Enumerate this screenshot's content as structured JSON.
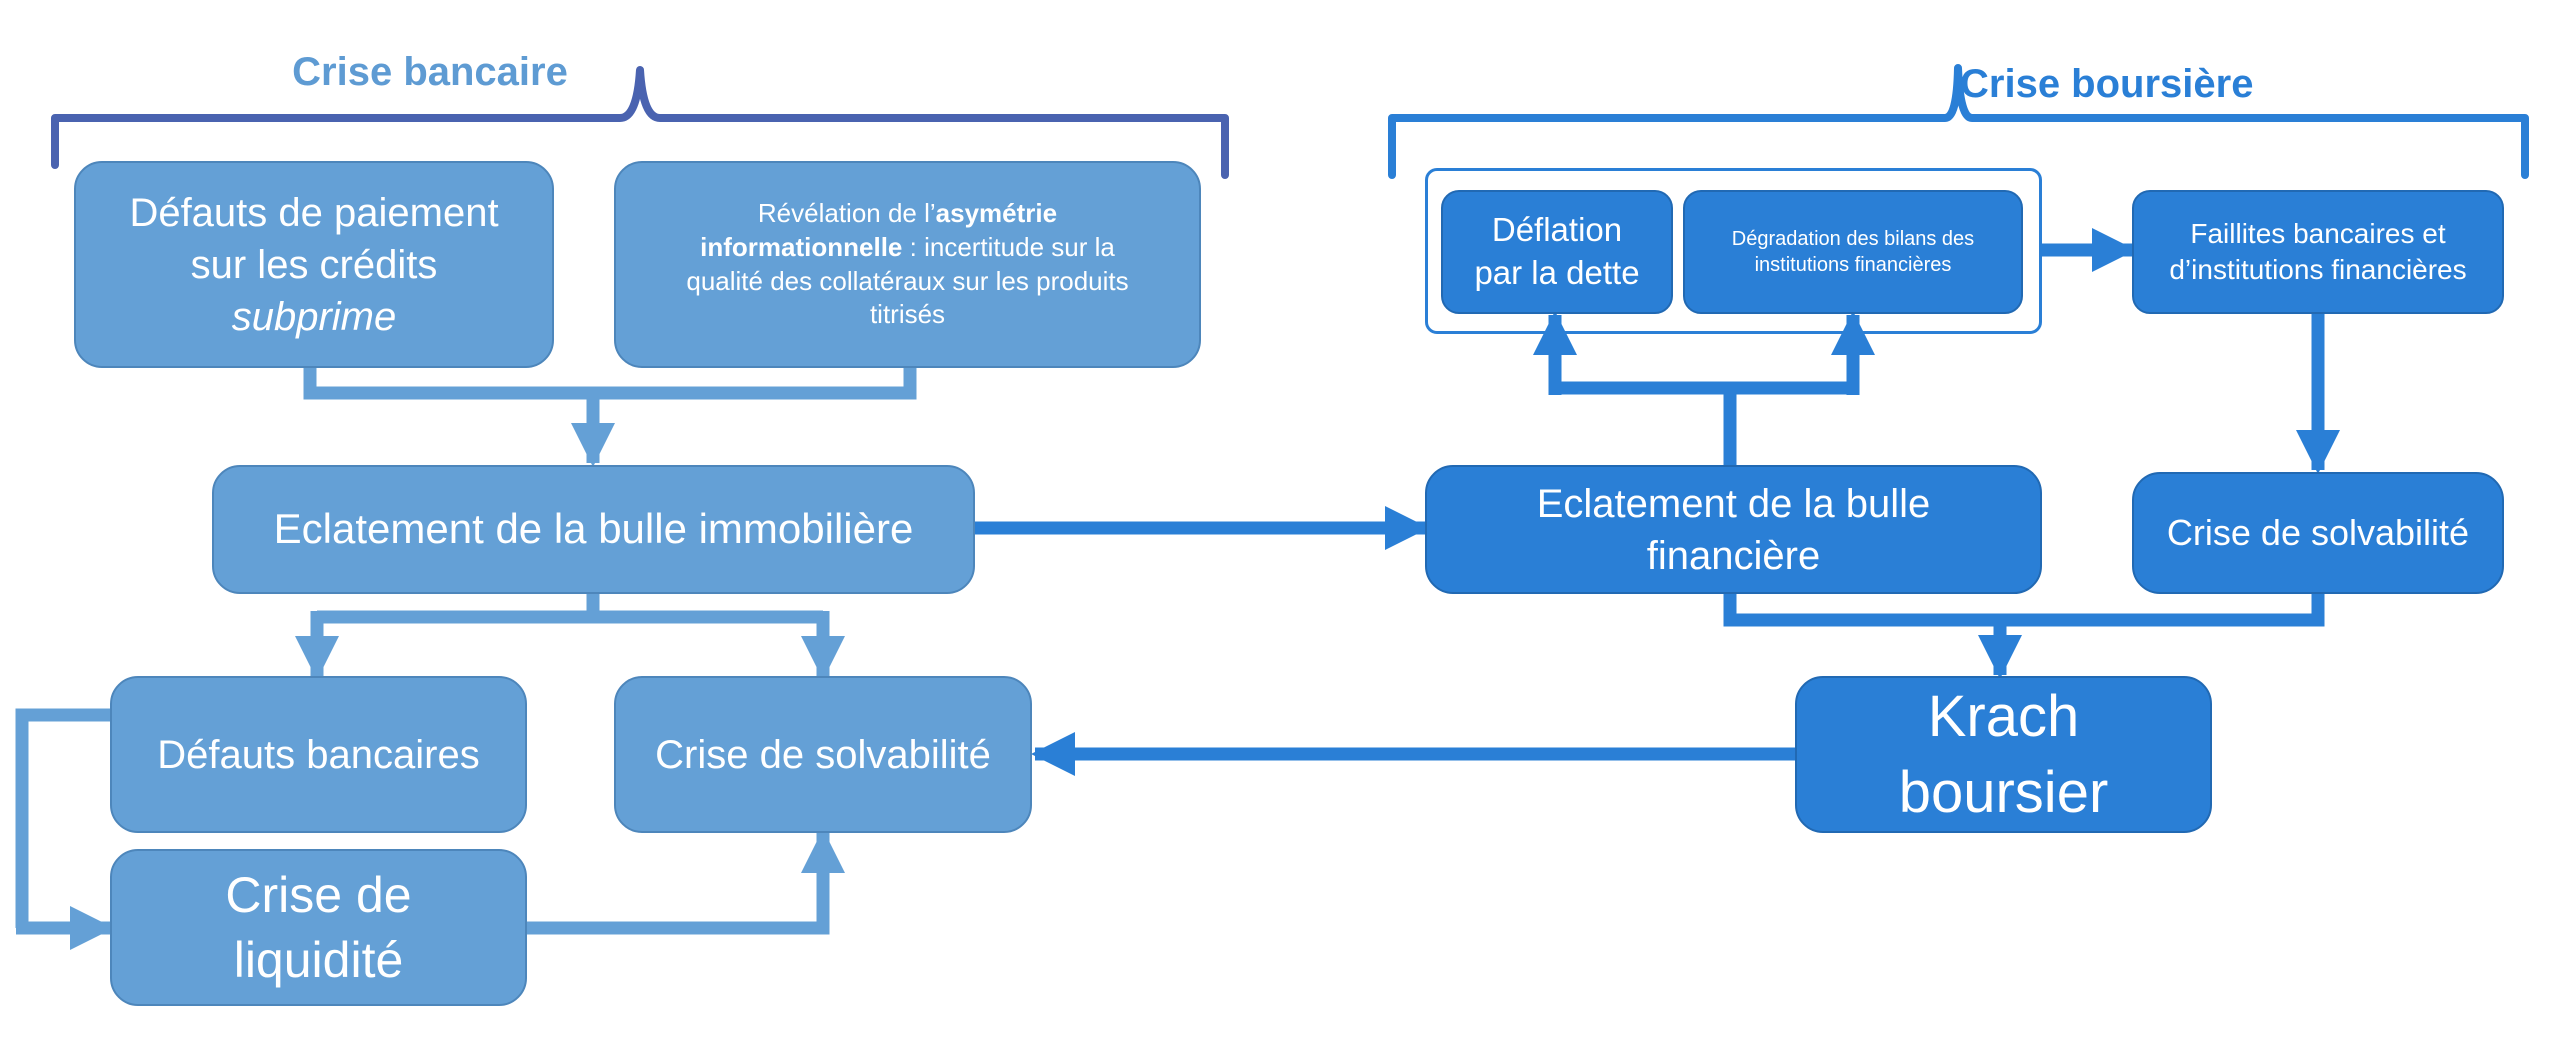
{
  "headings": {
    "bank": "Crise bancaire",
    "bourse": "Crise boursière"
  },
  "nodes": {
    "defauts_paiement": {
      "line1": "Défauts de paiement",
      "line2": "sur les crédits",
      "line3": "subprime"
    },
    "asymetrie": {
      "pre": "Révélation de l’",
      "bold1": "asymétrie",
      "bold2": "informationnelle",
      "post": " : incertitude sur la qualité des collatéraux sur les produits titrisés"
    },
    "bulle_immo": "Eclatement de la bulle immobilière",
    "defauts_bancaires": "Défauts bancaires",
    "crise_solv_left": "Crise de solvabilité",
    "crise_liquidite": "Crise de liquidité",
    "deflation": {
      "line1": "Déflation",
      "line2": "par la dette"
    },
    "degradation": {
      "line1": "Dégradation des bilans des",
      "line2": "institutions financières"
    },
    "faillites": {
      "line1": "Faillites bancaires et",
      "line2": "d’institutions financières"
    },
    "bulle_fin": "Eclatement de la bulle financière",
    "crise_solv_right": "Crise de solvabilité",
    "krach": "Krach boursier"
  },
  "colors": {
    "bank_fill": "#64a0d6",
    "bank_stroke": "#4d86bb",
    "bank_heading": "#5e9bd3",
    "bank_brace": "#4a63b0",
    "bourse_fill": "#2a7fd6",
    "bourse_stroke": "#2169b3",
    "bourse_heading": "#2a7fd6",
    "bourse_brace": "#2a7fd6"
  }
}
